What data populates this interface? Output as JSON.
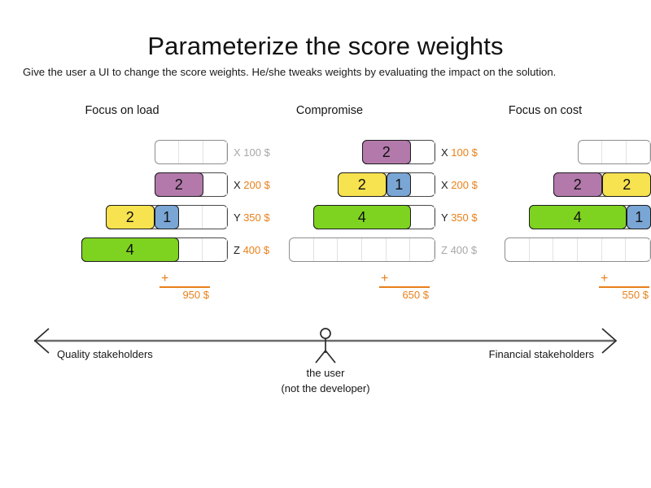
{
  "header": {
    "title": "Parameterize the score weights",
    "subtitle": "Give the user a UI to change the score weights. He/she tweaks weights by evaluating the impact on the solution."
  },
  "colors": {
    "purple": "#b379ab",
    "yellow": "#f7e24f",
    "blue": "#7aa6d6",
    "green": "#7ed321",
    "accent_orange": "#e8801a",
    "muted_grey": "#a8a8a8",
    "slot_border": "#8e8e8e",
    "block_border": "#1c1c1c"
  },
  "columns": [
    {
      "header": "Focus on load",
      "rows": [
        {
          "key": "X",
          "price": "100 $",
          "active": false,
          "slots": 3,
          "blocks": []
        },
        {
          "key": "X",
          "price": "200 $",
          "active": true,
          "slots": 3,
          "blocks": [
            {
              "value": "2",
              "width": 2,
              "color": "#b379ab"
            }
          ]
        },
        {
          "key": "Y",
          "price": "350 $",
          "active": true,
          "slots": 5,
          "blocks": [
            {
              "value": "2",
              "width": 2,
              "color": "#f7e24f"
            },
            {
              "value": "1",
              "width": 1,
              "color": "#7aa6d6"
            }
          ]
        },
        {
          "key": "Z",
          "price": "400 $",
          "active": true,
          "slots": 6,
          "blocks": [
            {
              "value": "4",
              "width": 4,
              "color": "#7ed321"
            }
          ]
        }
      ],
      "sum": {
        "plus": "+",
        "total": "950 $"
      }
    },
    {
      "header": "Compromise",
      "rows": [
        {
          "key": "X",
          "price": "100 $",
          "active": true,
          "slots": 3,
          "blocks": [
            {
              "value": "2",
              "width": 2,
              "color": "#b379ab"
            }
          ]
        },
        {
          "key": "X",
          "price": "200 $",
          "active": true,
          "slots": 4,
          "blocks": [
            {
              "value": "2",
              "width": 2,
              "color": "#f7e24f"
            },
            {
              "value": "1",
              "width": 1,
              "color": "#7aa6d6"
            }
          ]
        },
        {
          "key": "Y",
          "price": "350 $",
          "active": true,
          "slots": 5,
          "blocks": [
            {
              "value": "4",
              "width": 4,
              "color": "#7ed321"
            }
          ]
        },
        {
          "key": "Z",
          "price": "400 $",
          "active": false,
          "slots": 6,
          "blocks": []
        }
      ],
      "sum": {
        "plus": "+",
        "total": "650 $"
      }
    },
    {
      "header": "Focus on cost",
      "rows": [
        {
          "key": "X",
          "price": "100 $",
          "active": false,
          "slots": 3,
          "blocks": []
        },
        {
          "key": "X",
          "price": "200 $",
          "active": true,
          "slots": 4,
          "blocks": [
            {
              "value": "2",
              "width": 2,
              "color": "#b379ab"
            },
            {
              "value": "2",
              "width": 2,
              "color": "#f7e24f"
            }
          ]
        },
        {
          "key": "Y",
          "price": "350 $",
          "active": true,
          "slots": 5,
          "blocks": [
            {
              "value": "4",
              "width": 4,
              "color": "#7ed321"
            },
            {
              "value": "1",
              "width": 1,
              "color": "#7aa6d6"
            }
          ]
        },
        {
          "key": "Z",
          "price": "400 $",
          "active": false,
          "slots": 6,
          "blocks": []
        }
      ],
      "sum": {
        "plus": "+",
        "total": "550 $"
      }
    }
  ],
  "axis": {
    "left_label": "Quality stakeholders",
    "right_label": "Financial stakeholders",
    "user_line1": "the user",
    "user_line2": "(not the developer)"
  }
}
